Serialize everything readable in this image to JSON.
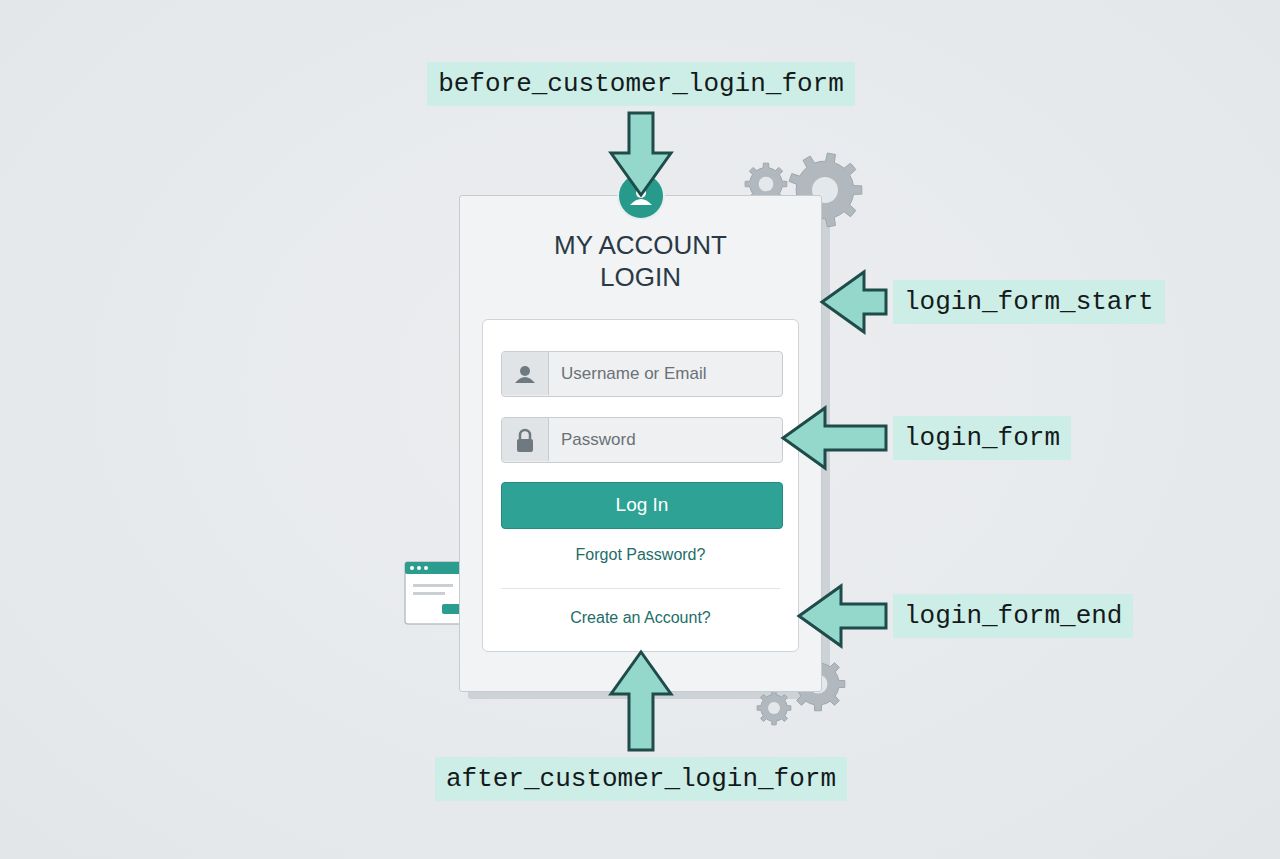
{
  "diagram": {
    "nodes": [
      {
        "text": [
          "before_customer_login_form"
        ]
      },
      {
        "text": [
          "MY ACCOUNT LOGIN"
        ]
      },
      {
        "text": [
          "login_form_start"
        ]
      },
      {
        "text": [
          "Forgot Password?",
          "Create an Account?"
        ],
        "in": 1
      },
      {
        "text": [
          "Username or Email"
        ],
        "in": 3
      },
      {
        "text": [
          "Password"
        ],
        "in": 3
      },
      {
        "text": [
          "Log In"
        ],
        "in": 3
      },
      {
        "text": [
          "login_form"
        ]
      },
      {
        "text": [
          "login_form_end"
        ]
      },
      {
        "text": [
          "after_customer_login_form"
        ]
      }
    ],
    "edges": [
      {
        "from": 0,
        "to": 1,
        "arrow": "to"
      },
      {
        "from": 2,
        "to": 1,
        "arrow": "to"
      },
      {
        "from": 7,
        "to": 5,
        "arrow": "to"
      },
      {
        "from": 8,
        "to": 3,
        "arrow": "to"
      },
      {
        "from": 9,
        "to": 3,
        "arrow": "to"
      }
    ]
  }
}
